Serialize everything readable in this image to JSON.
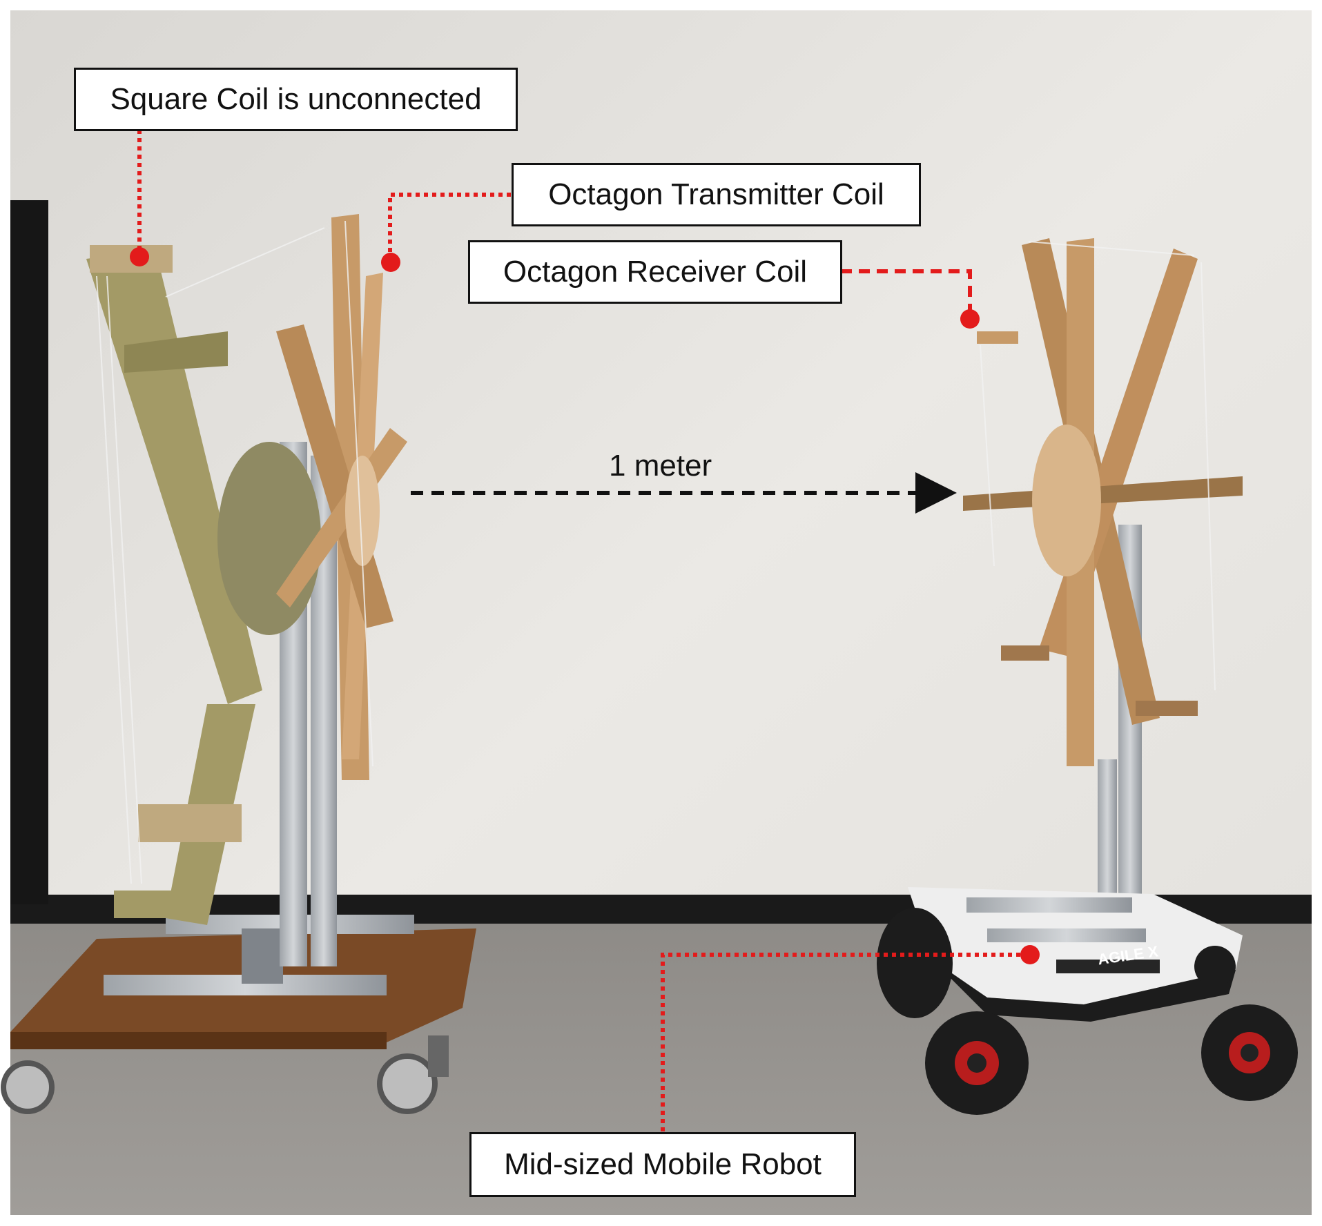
{
  "labels": {
    "square_coil": "Square Coil is unconnected",
    "transmitter_coil": "Octagon Transmitter Coil",
    "receiver_coil": "Octagon Receiver Coil",
    "distance": "1 meter",
    "robot": "Mid-sized Mobile Robot",
    "robot_logo": "AGILE X"
  },
  "colors": {
    "callout_line": "#e31b1b",
    "distance_arrow": "#111111",
    "wall": "#e8e6e2",
    "floor": "#8d8a86",
    "wood": "#c79a68",
    "olive_wood": "#a39a66",
    "aluminium": "#b8bcc0",
    "dolly_wood": "#7a4a26",
    "robot_body": "#eeeeee",
    "wheel": "#1c1c1c",
    "wheel_hub": "#b81d1d"
  }
}
